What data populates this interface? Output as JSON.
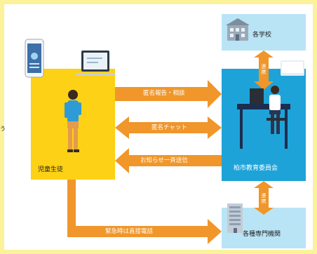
{
  "nodes": {
    "student": "児童生徒",
    "board": "柏市教育委員会",
    "school": "各学校",
    "agency": "各種専門機関"
  },
  "arrows": {
    "report": "匿名報告・相談",
    "chat": "匿名チャット",
    "notice": "お知らせ一斉送信",
    "emergency": "緊急時は直接電話",
    "liaison_top": "連携",
    "liaison_bottom": "連携"
  },
  "edge_text": "う",
  "colors": {
    "frame": "#fbf29a",
    "student_panel": "#fcd116",
    "board_panel": "#1ea3d9",
    "light_panel": "#b9e4f5",
    "arrow": "#f0962a"
  },
  "icons": [
    "smartphone-icon",
    "laptop-icon",
    "student-figure-icon",
    "school-building-icon",
    "office-building-icon",
    "staff-desk-icon"
  ]
}
